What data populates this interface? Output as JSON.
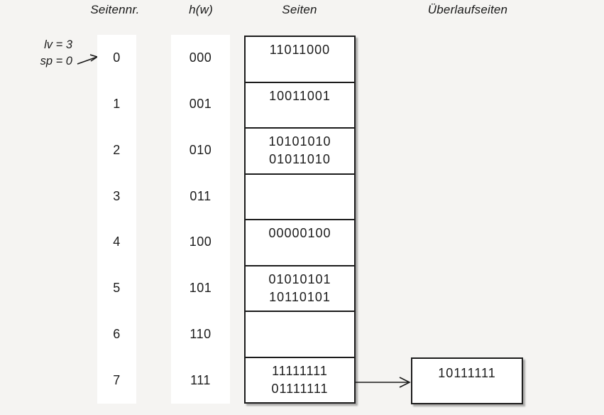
{
  "diagram_type": "linear-hashing-table",
  "colors": {
    "background": "#f5f4f2",
    "panel": "#ffffff",
    "ink": "#1b1b1b",
    "border": "#1c1c1c"
  },
  "headers": {
    "page_number": "Seitennr.",
    "hash_function": "h(w)",
    "pages": "Seiten",
    "overflow_pages": "Überlaufseiten"
  },
  "state": {
    "level_label": "lv = 3",
    "split_pointer_label": "sp = 0",
    "split_pointer_target_page": "0"
  },
  "rows": [
    {
      "page_no": "0",
      "hash": "000",
      "entries": [
        "11011000"
      ]
    },
    {
      "page_no": "1",
      "hash": "001",
      "entries": [
        "10011001"
      ]
    },
    {
      "page_no": "2",
      "hash": "010",
      "entries": [
        "10101010",
        "01011010"
      ]
    },
    {
      "page_no": "3",
      "hash": "011",
      "entries": []
    },
    {
      "page_no": "4",
      "hash": "100",
      "entries": [
        "00000100"
      ]
    },
    {
      "page_no": "5",
      "hash": "101",
      "entries": [
        "01010101",
        "10110101"
      ]
    },
    {
      "page_no": "6",
      "hash": "110",
      "entries": []
    },
    {
      "page_no": "7",
      "hash": "111",
      "entries": [
        "11111111",
        "01111111"
      ]
    }
  ],
  "overflow": {
    "linked_page_no": "7",
    "entries": [
      "10111111"
    ]
  }
}
